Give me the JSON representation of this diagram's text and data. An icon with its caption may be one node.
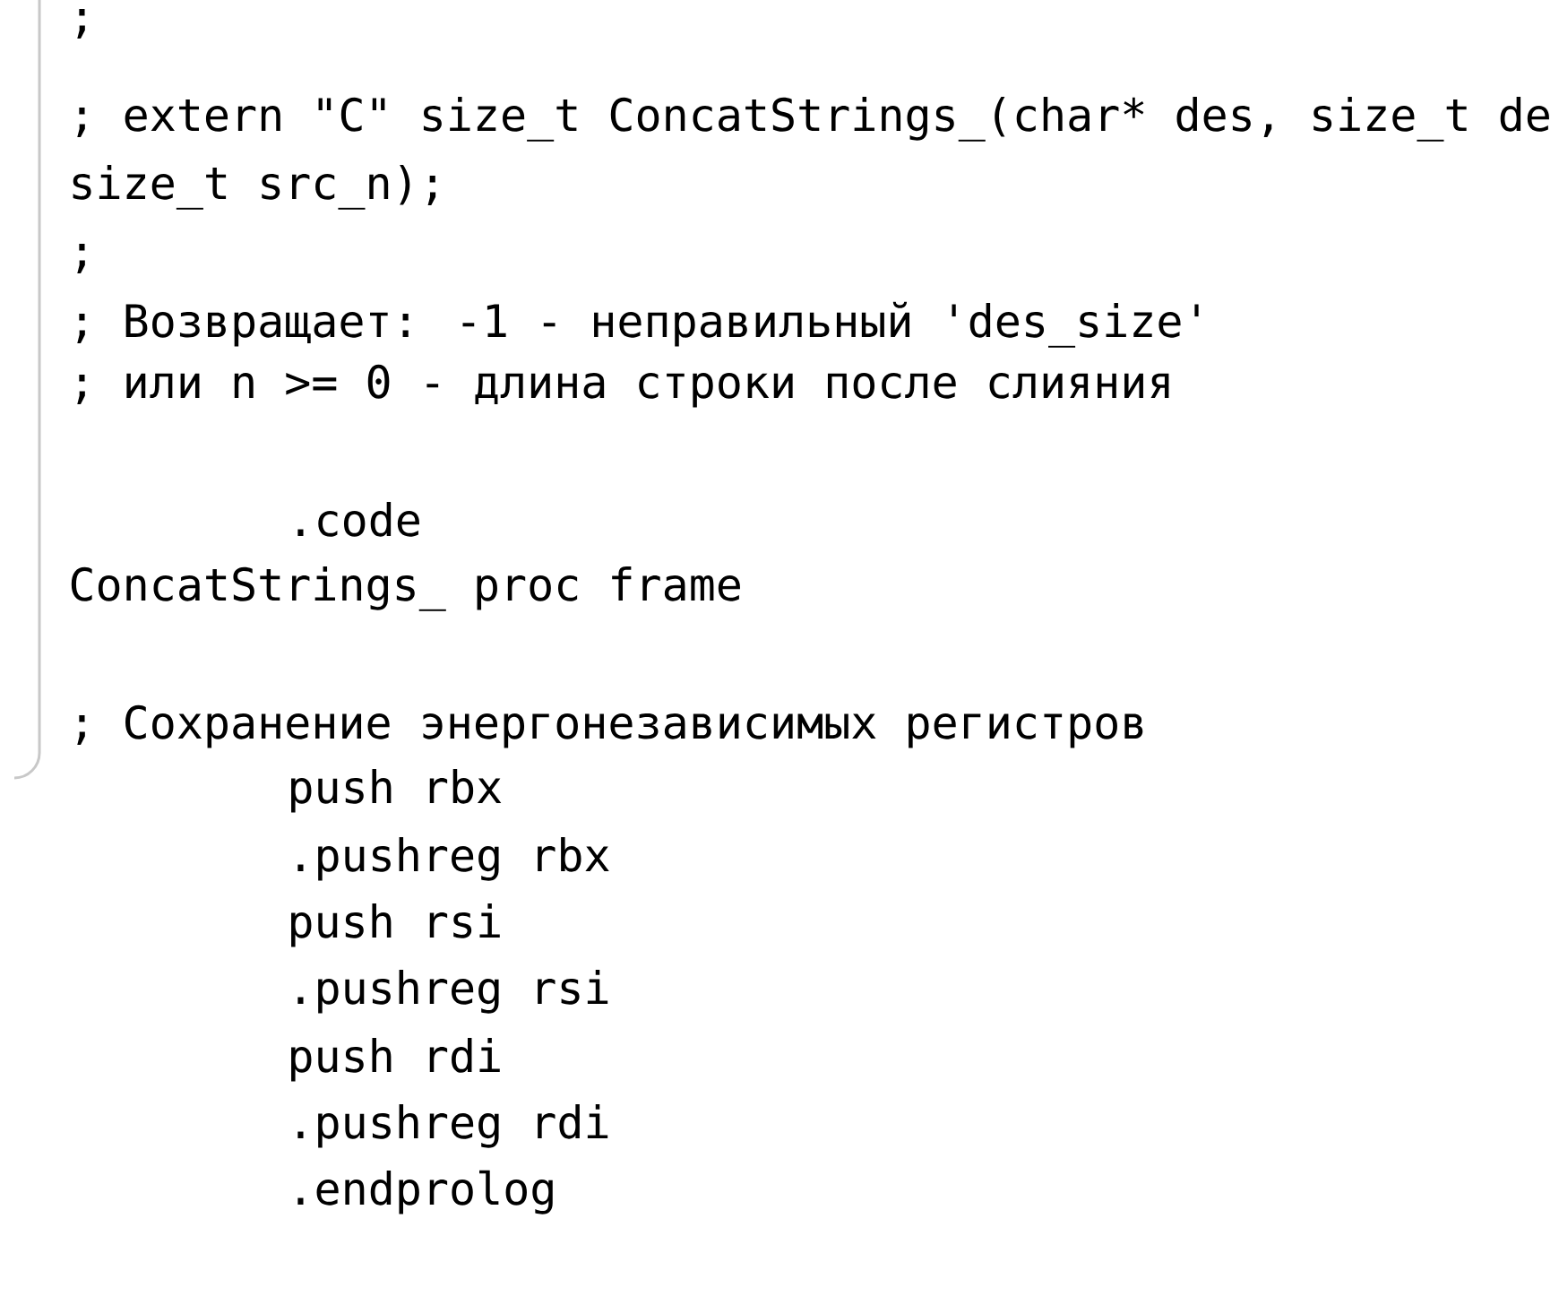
{
  "diagram": {
    "labels": [
      ";",
      "; extern \"C\" size_t ConcatStrings_(char* des, size_t de",
      "size_t src_n);",
      ";",
      "; Возвращает: -1 - неправильный 'des_size'",
      "; или n >= 0 - длина строки после слияния",
      ".code",
      "ConcatStrings_ proc frame",
      "; Сохранение энергонезависимых регистров",
      "push rbx",
      ".pushreg rbx",
      "push rsi",
      ".pushreg rsi",
      "push rdi",
      ".pushreg rdi",
      ".endprolog"
    ]
  }
}
